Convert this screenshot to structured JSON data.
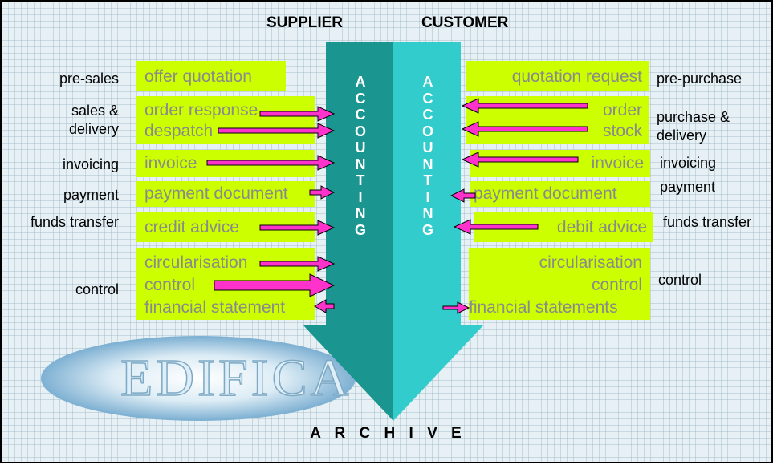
{
  "headers": {
    "supplier": "SUPPLIER",
    "customer": "CUSTOMER"
  },
  "archive": "A R C H I V E",
  "logo_text": "EDIFICA",
  "accounting_letters": [
    "A",
    "C",
    "C",
    "O",
    "U",
    "N",
    "T",
    "I",
    "N",
    "G"
  ],
  "left_process_labels": {
    "pre_sales": "pre-sales",
    "sales_delivery_1": "sales &",
    "sales_delivery_2": "delivery",
    "invoicing": "invoicing",
    "payment": "payment",
    "funds_transfer": "funds transfer",
    "control": "control"
  },
  "right_process_labels": {
    "pre_purchase": "pre-purchase",
    "purchase_delivery_1": "purchase &",
    "purchase_delivery_2": "delivery",
    "invoicing": "invoicing",
    "payment": "payment",
    "funds_transfer": "funds transfer",
    "control": "control"
  },
  "supplier_docs": {
    "offer_quotation": "offer quotation",
    "order_response": "order response",
    "despatch": "despatch",
    "invoice": "invoice",
    "payment_document": "payment document",
    "credit_advice": "credit advice",
    "circularisation": "circularisation",
    "control": "control",
    "financial_statement": "financial statement"
  },
  "customer_docs": {
    "quotation_request": "quotation request",
    "order": "order",
    "stock": "stock",
    "invoice": "invoice",
    "payment_document": "payment document",
    "debit_advice": "debit advice",
    "circularisation": "circularisation",
    "control": "control",
    "financial_statements": "financial statements"
  },
  "colors": {
    "background": "#e6f0f5",
    "doc_box": "#ccff00",
    "doc_text": "#8a8a8a",
    "supplier_arrow": "#1a9590",
    "customer_arrow": "#33cccc",
    "pointer_arrow": "#ff33cc"
  }
}
